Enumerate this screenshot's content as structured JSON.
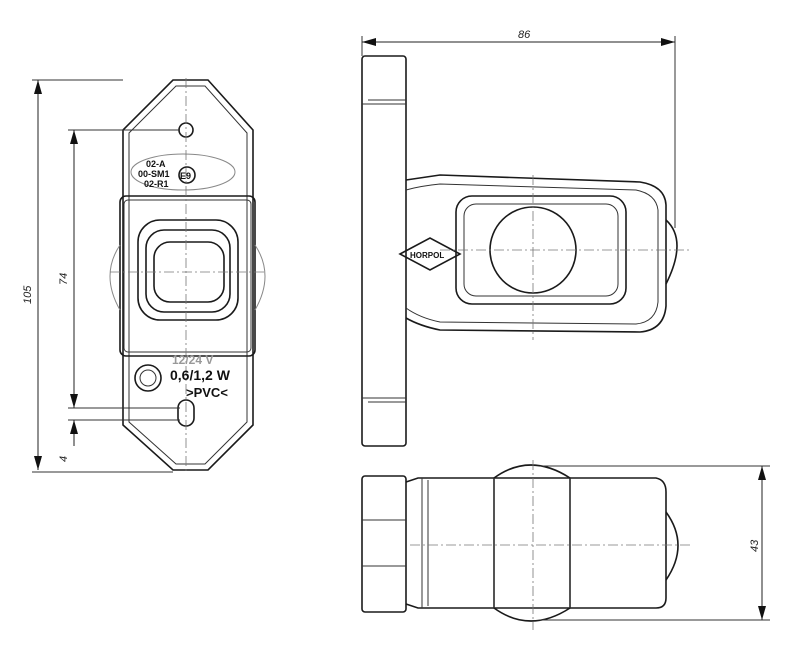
{
  "dimensions": {
    "height_overall": "105",
    "hole_spacing": "74",
    "offset": "4",
    "depth": "86",
    "width": "43"
  },
  "markings": {
    "line1": "02-A",
    "line2": "00-SM1",
    "line3": "02-R1",
    "approval": "E9",
    "voltage": "12/24 V",
    "power": "0,6/1,2 W",
    "material": ">PVC<",
    "brand": "HORPOL"
  }
}
